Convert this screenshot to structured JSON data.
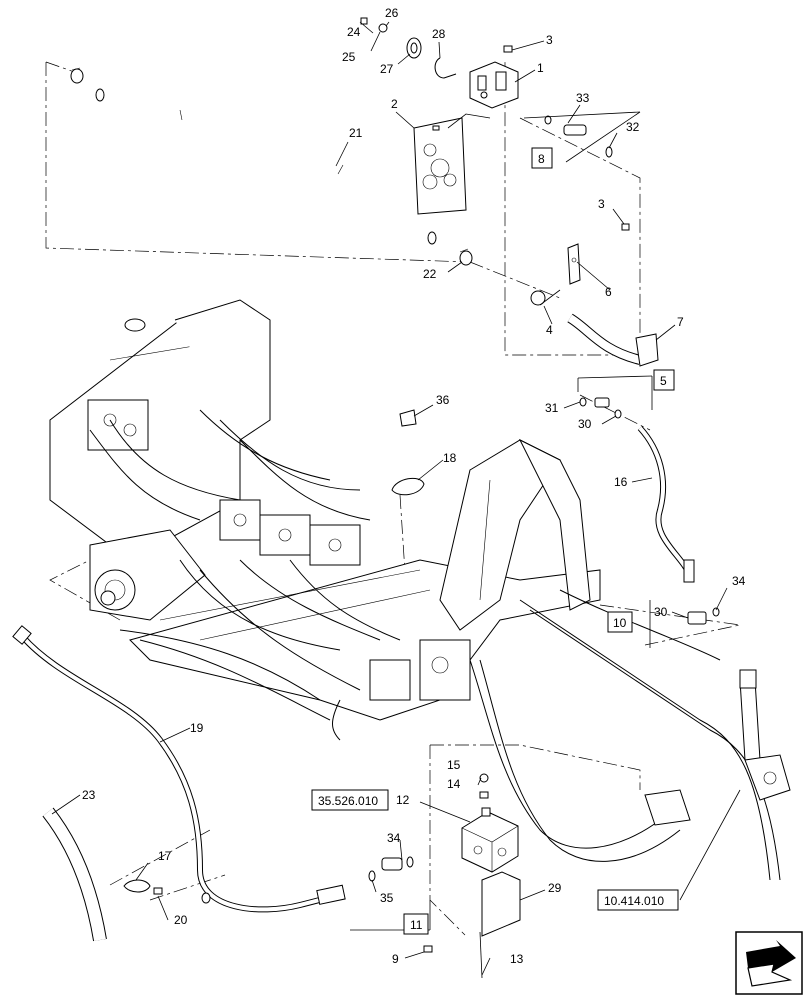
{
  "callouts": {
    "c1": "1",
    "c2": "2",
    "c3a": "3",
    "c3b": "3",
    "c4": "4",
    "c5": "5",
    "c6": "6",
    "c7": "7",
    "c8": "8",
    "c9": "9",
    "c10": "10",
    "c11": "11",
    "c12": "12",
    "c13": "13",
    "c14": "14",
    "c15": "15",
    "c16": "16",
    "c17": "17",
    "c18": "18",
    "c19": "19",
    "c20": "20",
    "c21": "21",
    "c22": "22",
    "c23": "23",
    "c24": "24",
    "c25": "25",
    "c26": "26",
    "c27": "27",
    "c28": "28",
    "c29": "29",
    "c30a": "30",
    "c30b": "30",
    "c31": "31",
    "c32": "32",
    "c33": "33",
    "c34a": "34",
    "c34b": "34",
    "c35": "35",
    "c36": "36"
  },
  "references": {
    "ref_a": "35.526.010",
    "ref_b": "10.414.010"
  },
  "icons": {
    "nav": "navigation-arrow-icon"
  }
}
